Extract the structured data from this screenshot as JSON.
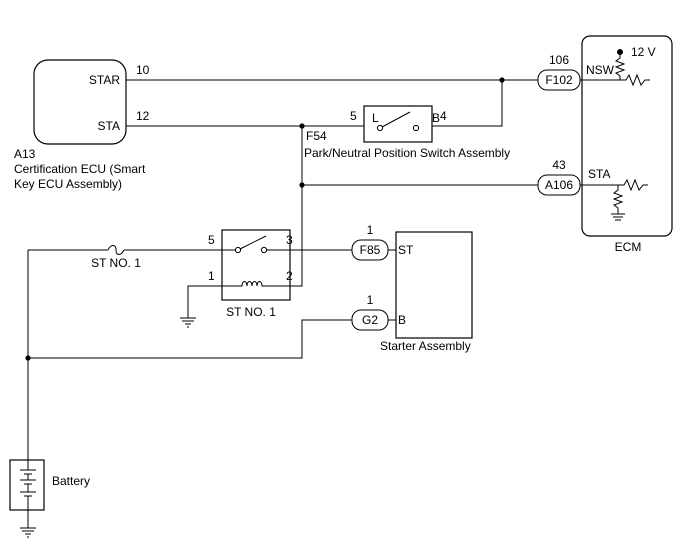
{
  "components": {
    "cert_ecu": {
      "code": "A13",
      "name_line1": "Certification ECU (Smart",
      "name_line2": "Key ECU Assembly)",
      "pin_star": "STAR",
      "pin_sta": "STA"
    },
    "ecm": {
      "name": "ECM",
      "pin_nsw": "NSW",
      "pin_sta": "STA",
      "voltage": "12 V"
    },
    "pnp_switch": {
      "connector": "F54",
      "name": "Park/Neutral Position Switch Assembly",
      "terminal_l": "L",
      "terminal_b": "B"
    },
    "relay": {
      "name": "ST NO. 1"
    },
    "fuse": {
      "name": "ST NO. 1"
    },
    "starter": {
      "name": "Starter Assembly",
      "pin_st": "ST",
      "pin_b": "B"
    },
    "battery": {
      "name": "Battery"
    }
  },
  "connectors": {
    "f102": "F102",
    "a106": "A106",
    "f85": "F85",
    "g2": "G2"
  },
  "pins": {
    "star": "10",
    "sta": "12",
    "nsw": "106",
    "ecm_sta": "43",
    "pnp_l": "5",
    "pnp_b": "4",
    "relay_5": "5",
    "relay_3": "3",
    "relay_1": "1",
    "relay_2": "2",
    "f85": "1",
    "g2": "1"
  }
}
